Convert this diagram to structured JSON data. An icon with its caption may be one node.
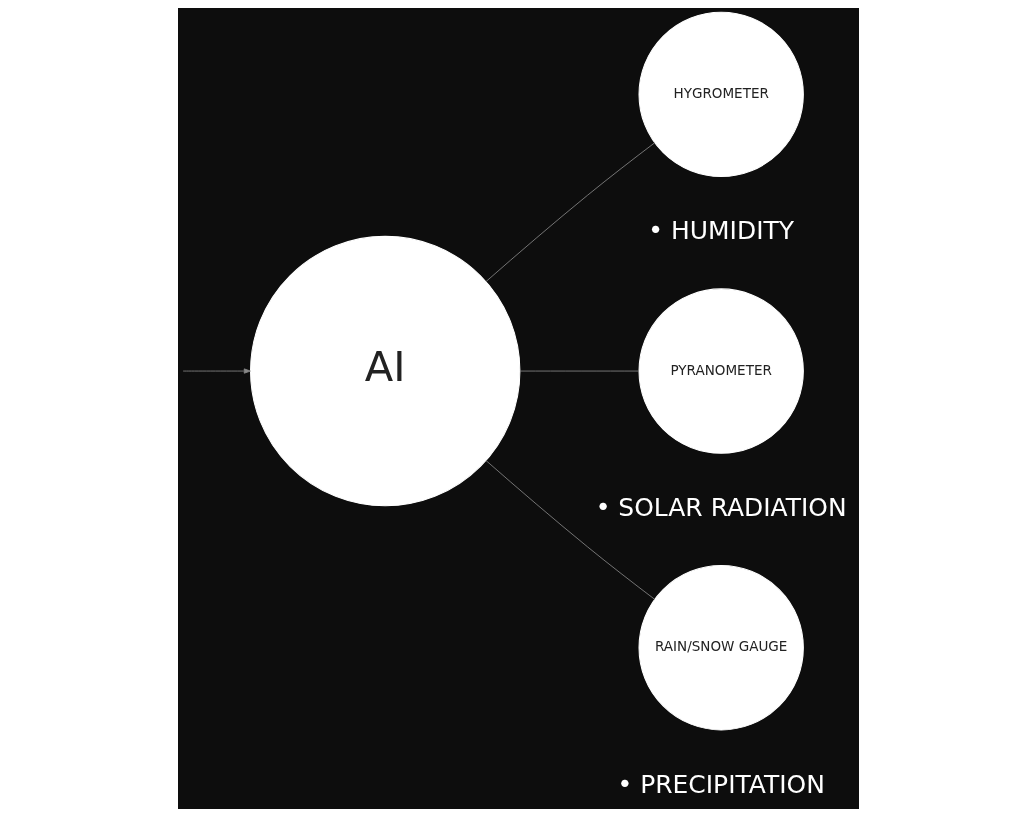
{
  "diagram": {
    "nodes": [
      {
        "text": [
          "AI"
        ]
      },
      {
        "text": [
          "HYGROMETER"
        ],
        "beside": [
          "• HUMIDITY"
        ]
      },
      {
        "text": [
          "PYRANOMETER"
        ],
        "beside": [
          "• SOLAR RADIATION"
        ]
      },
      {
        "text": [
          "RAIN/SNOW GAUGE"
        ],
        "beside": [
          "• PRECIPITATION"
        ]
      }
    ],
    "edges": [
      {
        "from": null,
        "to": 0,
        "arrow": "to"
      },
      {
        "from": 0,
        "to": 1,
        "arrow": "none"
      },
      {
        "from": 0,
        "to": 2,
        "arrow": "none"
      },
      {
        "from": 0,
        "to": 3,
        "arrow": "none"
      }
    ]
  }
}
